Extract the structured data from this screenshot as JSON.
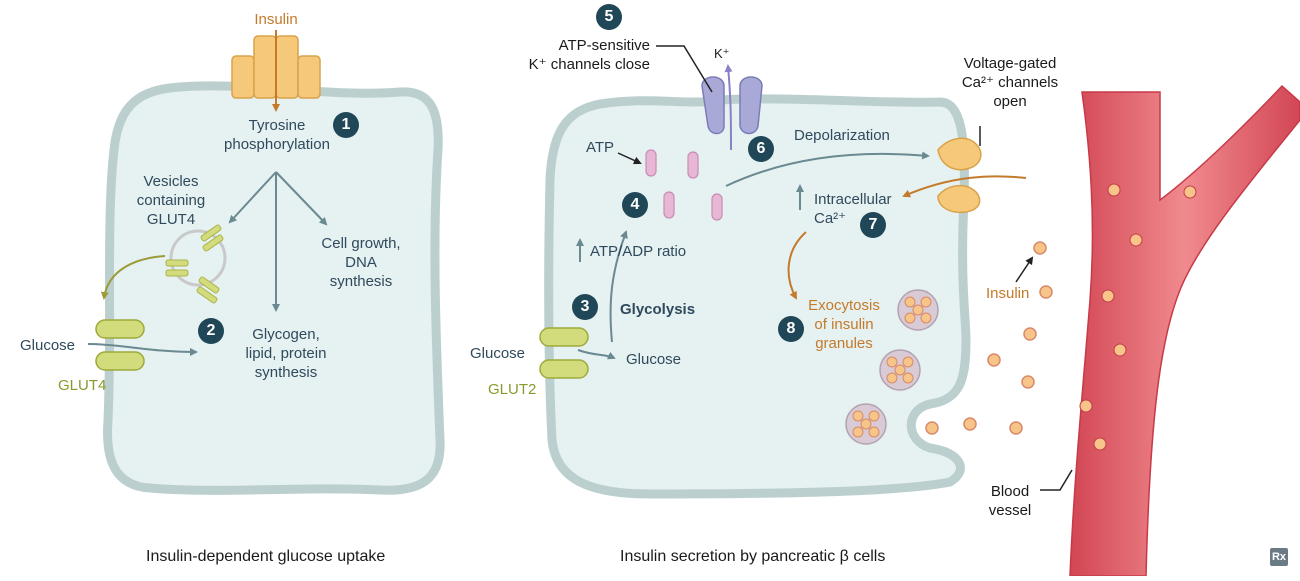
{
  "left_panel": {
    "insulin": "Insulin",
    "tyrosine": "Tyrosine\nphosphorylation",
    "vesicles": "Vesicles\ncontaining\nGLUT4",
    "cell_growth": "Cell growth,\nDNA\nsynthesis",
    "glycogen": "Glycogen,\nlipid, protein\nsynthesis",
    "glucose": "Glucose",
    "glut4": "GLUT4",
    "caption": "Insulin-dependent glucose uptake"
  },
  "right_panel": {
    "atp_channels": "ATP-sensitive\nK⁺ channels close",
    "k_ion": "K⁺",
    "voltage_gated": "Voltage-gated\nCa²⁺ channels\nopen",
    "atp": "ATP",
    "depolarization": "Depolarization",
    "intracellular": "Intracellular\nCa²⁺",
    "atp_adp": "ATP/ADP ratio",
    "glycolysis": "Glycolysis",
    "glucose_in": "Glucose",
    "glucose_out": "Glucose",
    "glut2": "GLUT2",
    "exocytosis": "Exocytosis\nof insulin\ngranules",
    "insulin": "Insulin",
    "blood_vessel": "Blood\nvessel",
    "caption": "Insulin secretion by pancreatic β cells"
  },
  "steps": [
    "1",
    "2",
    "3",
    "4",
    "5",
    "6",
    "7",
    "8"
  ],
  "badge": "Rx",
  "colors": {
    "cell_fill": "#e6f1f1",
    "cell_border": "#bccfcf",
    "receptor": "#f6c97a",
    "glut": "#d3dc7d",
    "channel": "#a9a9d8",
    "atp": "#e9b7d6",
    "arrow": "#6a8991",
    "orange_arrow": "#c47a2a",
    "vessel": "#e25a64",
    "granule": "#f7c489",
    "step_badge": "#1f4757"
  }
}
